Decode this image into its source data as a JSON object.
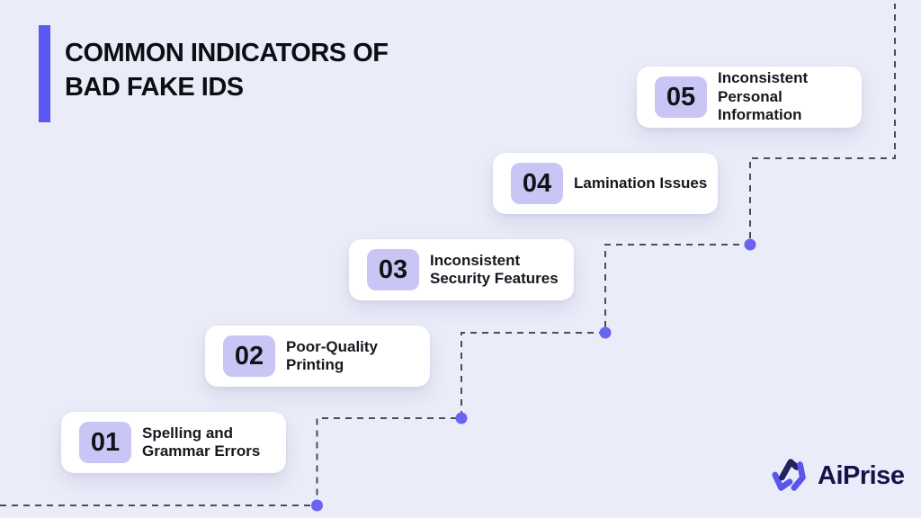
{
  "colors": {
    "background": "#ebecf9",
    "accent_purple": "#5d57f4",
    "dot_purple": "#6b64f1",
    "chip_background": "#c9c6f6",
    "dash_gray": "#4d4d57",
    "card_white": "#ffffff",
    "title_text": "#0d0d14",
    "logo_navy": "#15154b"
  },
  "header": {
    "title_line1": "COMMON INDICATORS OF",
    "title_line2": "BAD FAKE IDS"
  },
  "steps": [
    {
      "number": "01",
      "label": "Spelling and Grammar Errors"
    },
    {
      "number": "02",
      "label": "Poor-Quality Printing"
    },
    {
      "number": "03",
      "label": "Inconsistent Security Features"
    },
    {
      "number": "04",
      "label": "Lamination Issues"
    },
    {
      "number": "05",
      "label": "Inconsistent Personal Information"
    }
  ],
  "logo": {
    "brand": "AiPrise"
  }
}
